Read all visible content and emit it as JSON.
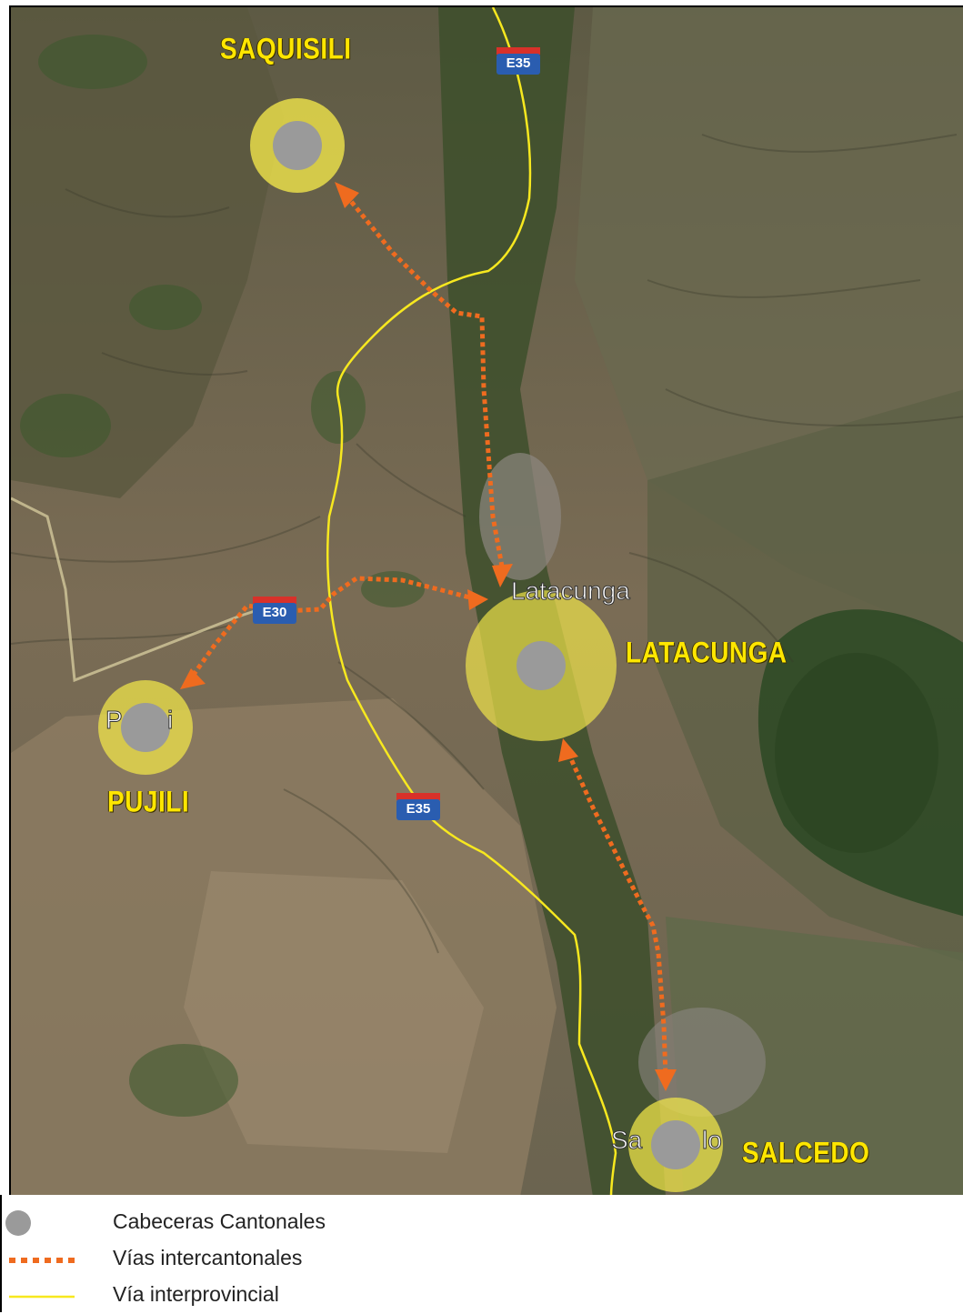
{
  "cities": [
    {
      "name": "SAQUISILI"
    },
    {
      "name": "LATACUNGA"
    },
    {
      "name": "PUJILI"
    },
    {
      "name": "SALCEDO"
    }
  ],
  "map_labels": {
    "latacunga_town": "Latacunga",
    "salcedo_left": "Sa",
    "salcedo_right": "lo",
    "pujili_left": "P",
    "pujili_right": "i"
  },
  "road_shields": [
    {
      "label": "E35"
    },
    {
      "label": "E30"
    },
    {
      "label": "E35"
    }
  ],
  "legend": {
    "items": [
      {
        "label": "Cabeceras Cantonales",
        "symbol": "gray-circle-icon"
      },
      {
        "label": "Vías intercantonales",
        "symbol": "orange-dotted-line-icon"
      },
      {
        "label": "Vía interprovincial",
        "symbol": "yellow-line-icon"
      }
    ]
  },
  "colors": {
    "buffer": "#f3e84a",
    "center": "#9a9a9a",
    "intercantonal": "#ef6b1f",
    "interprovincial": "#f7e81f",
    "label": "#ffe600"
  }
}
